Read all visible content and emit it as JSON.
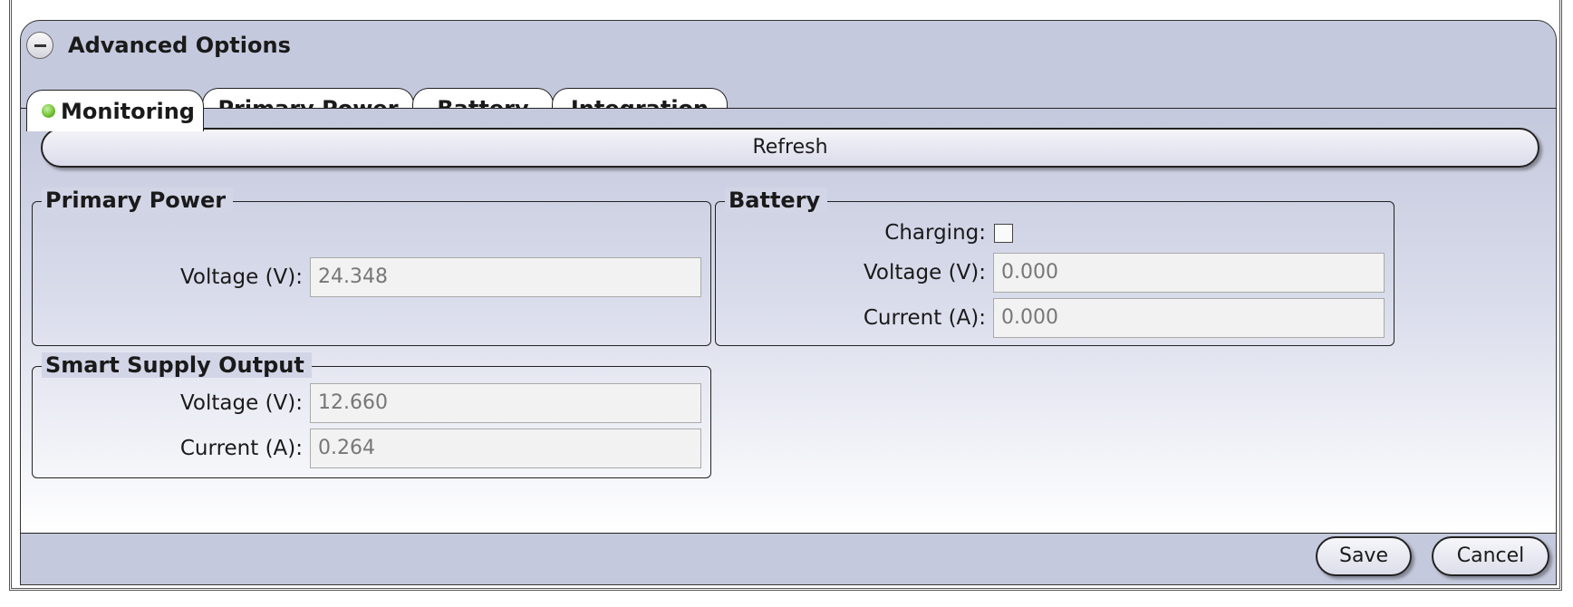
{
  "advanced_options": {
    "title": "Advanced Options"
  },
  "tabs": [
    {
      "label": "Monitoring",
      "active": true,
      "status": "green"
    },
    {
      "label": "Primary Power"
    },
    {
      "label": "Battery"
    },
    {
      "label": "Integration"
    }
  ],
  "monitoring": {
    "refresh_label": "Refresh",
    "primary_power": {
      "title": "Primary Power",
      "voltage_label": "Voltage (V):",
      "voltage_value": "24.348"
    },
    "battery": {
      "title": "Battery",
      "charging_label": "Charging:",
      "charging_checked": false,
      "voltage_label": "Voltage (V):",
      "voltage_value": "0.000",
      "current_label": "Current (A):",
      "current_value": "0.000"
    },
    "smart_supply_output": {
      "title": "Smart Supply Output",
      "voltage_label": "Voltage (V):",
      "voltage_value": "12.660",
      "current_label": "Current (A):",
      "current_value": "0.264"
    }
  },
  "footer": {
    "save_label": "Save",
    "cancel_label": "Cancel"
  },
  "colors": {
    "panel_background": "#c5c9dd",
    "status_indicator": "#6cbf2b"
  }
}
